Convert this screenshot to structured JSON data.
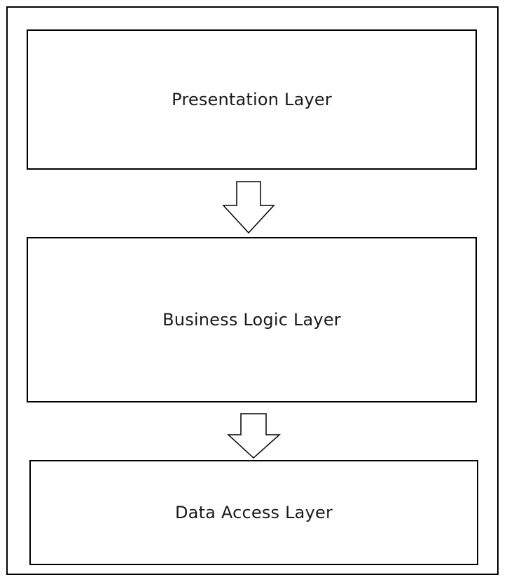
{
  "diagram": {
    "layers": [
      {
        "label": "Presentation Layer"
      },
      {
        "label": "Business Logic Layer"
      },
      {
        "label": "Data Access Layer"
      }
    ],
    "arrows": [
      {
        "from": "Presentation Layer",
        "to": "Business Logic Layer",
        "icon": "down-arrow-icon"
      },
      {
        "from": "Business Logic Layer",
        "to": "Data Access Layer",
        "icon": "down-arrow-icon"
      }
    ],
    "colors": {
      "stroke": "#000000",
      "fill": "#ffffff",
      "text": "#1a1a1a"
    }
  }
}
